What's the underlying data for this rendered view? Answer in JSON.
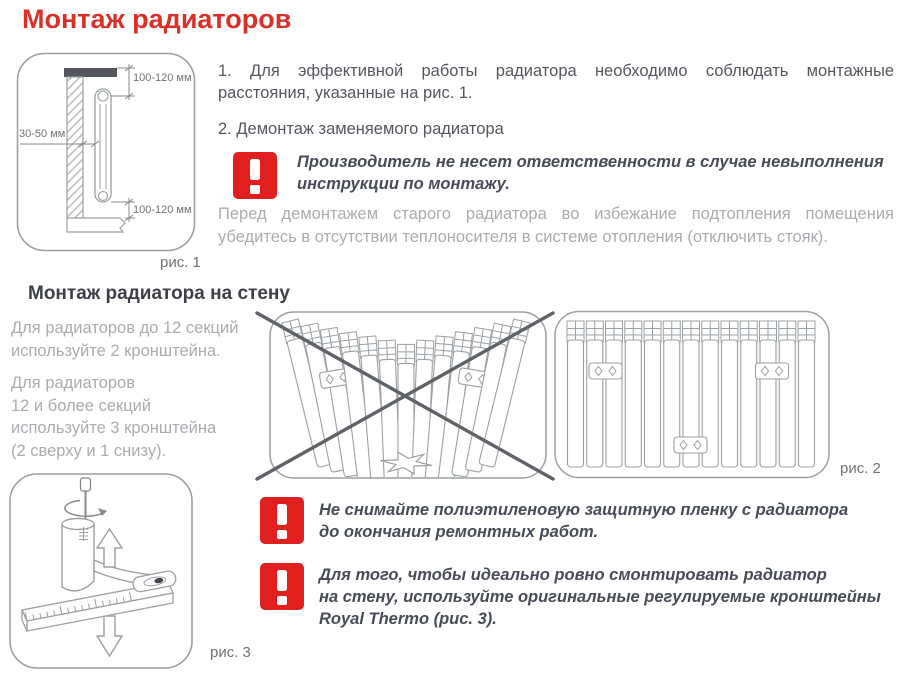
{
  "page": {
    "title": "Монтаж радиаторов"
  },
  "colors": {
    "accent_red": "#d93028",
    "icon_red": "#e0201e",
    "heading_dark": "#3d4048",
    "body_gray": "#54575f",
    "muted_gray": "#a9acb0",
    "warning_text": "#474c56"
  },
  "intro": {
    "step1": "1. Для эффективной работы радиатора необходимо соблюдать монтажные расстояния, указанные на рис. 1.",
    "step2": "2. Демонтаж заменяемого радиатора",
    "note": "Перед демонтажем старого радиатора во избежание подтопления помещения убедитесь в отсутствии теплоносителя в системе отопления (отключить стояк)."
  },
  "warnings": [
    {
      "icon": "exclamation-icon",
      "lines": [
        "Производитель не несет ответственности в случае невыполнения",
        "инструкции по монтажу."
      ]
    },
    {
      "icon": "exclamation-icon",
      "lines": [
        "Не снимайте полиэтиленовую защитную пленку с радиатора",
        "до окончания ремонтных работ."
      ]
    },
    {
      "icon": "exclamation-icon",
      "lines": [
        "Для того, чтобы идеально ровно смонтировать радиатор",
        "на стену, используйте оригинальные регулируемые кронштейны",
        "Royal Thermo (рис. 3)."
      ]
    }
  ],
  "wall_section": {
    "heading": "Монтаж радиатора на стену",
    "rule1_lines": [
      "Для радиаторов до 12 секций",
      "используйте 2 кронштейна."
    ],
    "rule2_lines": [
      "Для радиаторов",
      "12 и более секций",
      "используйте 3 кронштейна",
      "(2 сверху и 1 снизу)."
    ]
  },
  "figures": {
    "fig1": {
      "caption": "рис. 1",
      "dim_top": "100-120 мм",
      "dim_side": "30-50 мм",
      "dim_bottom": "100-120 мм"
    },
    "fig2": {
      "caption": "рис. 2"
    },
    "fig3": {
      "caption": "рис. 3"
    }
  }
}
